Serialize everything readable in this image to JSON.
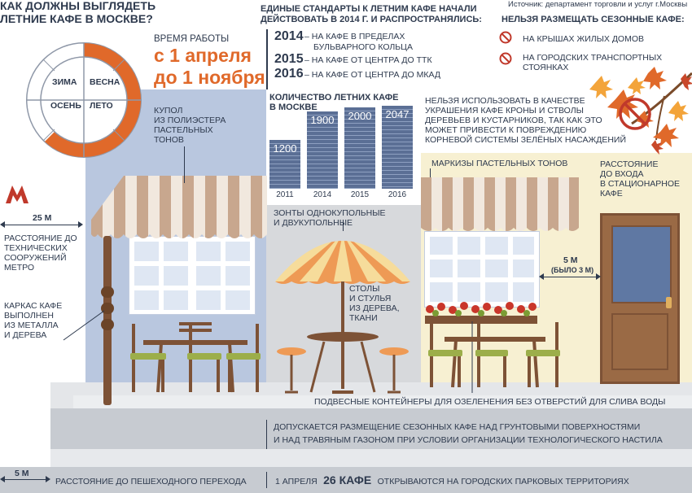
{
  "header": {
    "title_line1": "КАК ДОЛЖНЫ ВЫГЛЯДЕТЬ",
    "title_line2": "ЛЕТНИЕ КАФЕ В МОСКВЕ?",
    "source": "Источник: департамент торговли и услуг г.Москвы"
  },
  "seasons": {
    "items": [
      "ЗИМА",
      "ВЕСНА",
      "ОСЕНЬ",
      "ЛЕТО"
    ],
    "work_time_label": "ВРЕМЯ РАБОТЫ",
    "from": "с 1 апреля",
    "to": "до 1 ноября"
  },
  "standards": {
    "title_line1": "ЕДИНЫЕ СТАНДАРТЫ К ЛЕТНИМ КАФЕ НАЧАЛИ",
    "title_line2": "ДЕЙСТВОВАТЬ В 2014 Г. И РАСПРОСТРАНЯЛИСЬ:",
    "items": [
      {
        "year": "2014",
        "text1": "– НА КАФЕ В ПРЕДЕЛАХ",
        "text2": "БУЛЬВАРНОГО КОЛЬЦА"
      },
      {
        "year": "2015",
        "text1": "– НА КАФЕ ОТ ЦЕНТРА ДО ТТК",
        "text2": ""
      },
      {
        "year": "2016",
        "text1": "– НА КАФЕ ОТ ЦЕНТРА ДО МКАД",
        "text2": ""
      }
    ]
  },
  "forbidden": {
    "title": "НЕЛЬЗЯ РАЗМЕЩАТЬ СЕЗОННЫЕ КАФЕ:",
    "items": [
      {
        "text1": "НА КРЫШАХ ЖИЛЫХ ДОМОВ",
        "text2": ""
      },
      {
        "text1": "НА ГОРОДСКИХ ТРАНСПОРТНЫХ",
        "text2": "СТОЯНКАХ"
      }
    ]
  },
  "chart_data": {
    "type": "bar",
    "title": "КОЛИЧЕСТВО ЛЕТНИХ КАФЕ В МОСКВЕ",
    "categories": [
      "2011",
      "2014",
      "2015",
      "2016"
    ],
    "values": [
      1200,
      1900,
      2000,
      2047
    ],
    "ylim": [
      0,
      2047
    ]
  },
  "notes": {
    "dome": [
      "КУПОЛ",
      "ИЗ ПОЛИЭСТЕРА",
      "ПАСТЕЛЬНЫХ",
      "ТОНОВ"
    ],
    "metro_distance": "25 М",
    "metro_text": [
      "РАССТОЯНИЕ ДО",
      "ТЕХНИЧЕСКИХ",
      "СООРУЖЕНИЙ",
      "МЕТРО"
    ],
    "frame": [
      "КАРКАС КАФЕ",
      "ВЫПОЛНЕН",
      "ИЗ МЕТАЛЛА",
      "И ДЕРЕВА"
    ],
    "umbrellas": [
      "ЗОНТЫ ОДНОКУПОЛЬНЫЕ",
      "И ДВУКУПОЛЬНЫЕ"
    ],
    "furniture": [
      "СТОЛЫ",
      "И СТУЛЬЯ",
      "ИЗ ДЕРЕВА,",
      "ТКАНИ"
    ],
    "trees": [
      "НЕЛЬЗЯ ИСПОЛЬЗОВАТЬ В КАЧЕСТВЕ",
      "УКРАШЕНИЯ КАФЕ КРОНЫ И СТВОЛЫ",
      "ДЕРЕВЬЕВ И КУСТАРНИКОВ, ТАК КАК ЭТО",
      "МОЖЕТ ПРИВЕСТИ К ПОВРЕЖДЕНИЮ",
      "КОРНЕВОЙ СИСТЕМЫ ЗЕЛЁНЫХ НАСАЖДЕНИЙ"
    ],
    "awnings": "МАРКИЗЫ ПАСТЕЛЬНЫХ ТОНОВ",
    "entrance": [
      "РАССТОЯНИЕ",
      "ДО ВХОДА",
      "В СТАЦИОНАРНОЕ",
      "КАФЕ"
    ],
    "entrance_distance": "5 М",
    "entrance_was": "(БЫЛО 3 М)",
    "containers": "ПОДВЕСНЫЕ КОНТЕЙНЕРЫ ДЛЯ ОЗЕЛЕНЕНИЯ БЕЗ ОТВЕРСТИЙ ДЛЯ СЛИВА ВОДЫ",
    "ground1": "ДОПУСКАЕТСЯ РАЗМЕЩЕНИЕ СЕЗОННЫХ КАФЕ НАД ГРУНТОВЫМИ ПОВЕРХНОСТЯМИ",
    "ground2": "И НАД ТРАВЯНЫМ ГАЗОНОМ ПРИ УСЛОВИИ ОРГАНИЗАЦИИ ТЕХНОЛОГИЧЕСКОГО НАСТИЛА",
    "crossing_distance": "5 М",
    "crossing_text": "РАССТОЯНИЕ ДО ПЕШЕХОДНОГО ПЕРЕХОДА",
    "parks_date": "1 АПРЕЛЯ",
    "parks_count": "26 КАФЕ",
    "parks_text": "ОТКРЫВАЮТСЯ НА ГОРОДСКИХ ПАРКОВЫХ ТЕРРИТОРИЯХ"
  },
  "colors": {
    "navy": "#2e3a4e",
    "orange": "#e0692a",
    "blue_wall": "#b9c7df",
    "gray_wall": "#d7d9dc",
    "cream_wall": "#f7f0d2",
    "bar": "#5b6f95"
  }
}
